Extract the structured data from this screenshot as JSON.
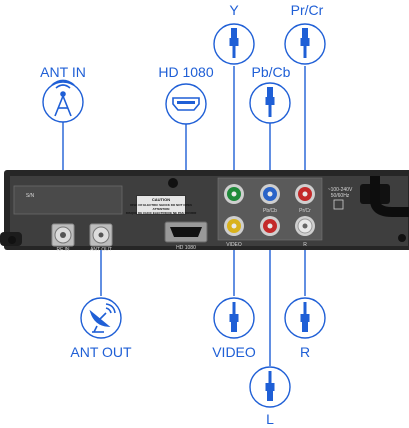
{
  "labels": {
    "y": "Y",
    "pr_cr": "Pr/Cr",
    "ant_in": "ANT IN",
    "hd_1080": "HD 1080",
    "pb_cb": "Pb/Cb",
    "ant_out": "ANT OUT",
    "video": "VIDEO",
    "r": "R",
    "l": "L"
  },
  "panel": {
    "sn": "S/N",
    "caution_title": "CAUTION",
    "caution_line1": "RISK OF ELECTRIC SHOCK DO NOT OPEN",
    "caution_line2": "ATTENTION",
    "caution_line3": "RISQUE DE CHOC ELECTRIQUE NE PAS OUVRIR",
    "rf_in": "RF IN",
    "ant_out": "ANT OUT",
    "hd_1080": "HD 1080",
    "video": "VIDEO",
    "pb_cb": "Pb/Cb",
    "pr_cr": "Pr/Cr",
    "r": "R",
    "power_line1": "~100-240V",
    "power_line2": "50/60Hz"
  },
  "icons": {
    "ant_in": "antenna-icon",
    "hd_1080": "hdmi-port-icon",
    "ant_out": "satellite-dish-icon",
    "rca_plug": "rca-plug-icon"
  },
  "colors": {
    "accent": "#1f5fd6",
    "device_body": "#2d2d2d",
    "device_panel": "#4a4a4a",
    "rca_green": "#1f8a3a",
    "rca_blue": "#2a63c8",
    "rca_red": "#c42a2a",
    "rca_yellow": "#d9b21c",
    "rca_white": "#e8e8e8"
  }
}
